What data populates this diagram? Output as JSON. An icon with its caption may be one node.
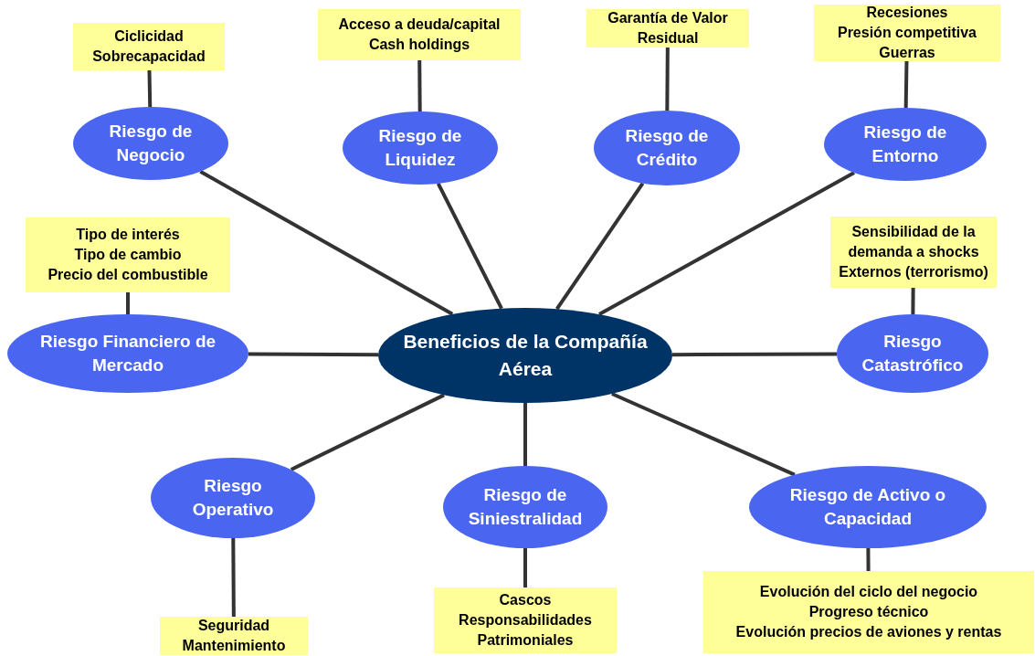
{
  "diagram": {
    "nodes": [
      {
        "text": [
          "Beneficios de la Compañía Aérea"
        ]
      },
      {
        "text": [
          "Riesgo de Negocio"
        ]
      },
      {
        "text": [
          "Ciclicidad",
          "Sobrecapacidad"
        ]
      },
      {
        "text": [
          "Riesgo de Liquidez"
        ]
      },
      {
        "text": [
          "Acceso a deuda/capital",
          "Cash holdings"
        ]
      },
      {
        "text": [
          "Riesgo de Crédito"
        ]
      },
      {
        "text": [
          "Garantía de Valor Residual"
        ]
      },
      {
        "text": [
          "Riesgo de Entorno"
        ]
      },
      {
        "text": [
          "Recesiones",
          "Presión competitiva",
          "Guerras"
        ]
      },
      {
        "text": [
          "Riesgo Financiero de Mercado"
        ]
      },
      {
        "text": [
          "Tipo de interés",
          "Tipo de cambio",
          "Precio del combustible"
        ]
      },
      {
        "text": [
          "Riesgo Catastrófico"
        ]
      },
      {
        "text": [
          "Sensibilidad de la demanda a shocks Externos (terrorismo)"
        ]
      },
      {
        "text": [
          "Riesgo Operativo"
        ]
      },
      {
        "text": [
          "Seguridad",
          "Mantenimiento"
        ]
      },
      {
        "text": [
          "Riesgo de Siniestralidad"
        ]
      },
      {
        "text": [
          "Cascos",
          "Responsabilidades",
          "Patrimoniales"
        ]
      },
      {
        "text": [
          "Riesgo de Activo o Capacidad"
        ]
      },
      {
        "text": [
          "Evolución del ciclo del negocio",
          "Progreso técnico",
          "Evolución precios de aviones y rentas"
        ]
      }
    ],
    "edges": [
      {
        "from": 0,
        "to": 1,
        "arrow": "none"
      },
      {
        "from": 0,
        "to": 3,
        "arrow": "none"
      },
      {
        "from": 0,
        "to": 5,
        "arrow": "none"
      },
      {
        "from": 0,
        "to": 7,
        "arrow": "none"
      },
      {
        "from": 0,
        "to": 9,
        "arrow": "none"
      },
      {
        "from": 0,
        "to": 11,
        "arrow": "none"
      },
      {
        "from": 0,
        "to": 13,
        "arrow": "none"
      },
      {
        "from": 0,
        "to": 15,
        "arrow": "none"
      },
      {
        "from": 0,
        "to": 17,
        "arrow": "none"
      },
      {
        "from": 1,
        "to": 2,
        "arrow": "none"
      },
      {
        "from": 3,
        "to": 4,
        "arrow": "none"
      },
      {
        "from": 5,
        "to": 6,
        "arrow": "none"
      },
      {
        "from": 7,
        "to": 8,
        "arrow": "none"
      },
      {
        "from": 9,
        "to": 10,
        "arrow": "none"
      },
      {
        "from": 11,
        "to": 12,
        "arrow": "none"
      },
      {
        "from": 13,
        "to": 14,
        "arrow": "none"
      },
      {
        "from": 15,
        "to": 16,
        "arrow": "none"
      },
      {
        "from": 17,
        "to": 18,
        "arrow": "none"
      }
    ]
  }
}
